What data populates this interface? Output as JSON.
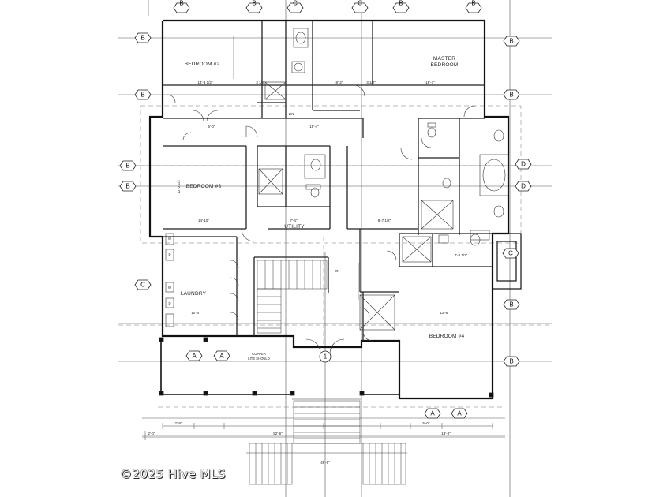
{
  "rooms": {
    "bedroom2": "BEDROOM #2",
    "master_line1": "MASTER",
    "master_line2": "BEDROOM",
    "bedroom3": "BEDROOM #3",
    "utility": "UTILITY",
    "laundry": "LAUNDRY",
    "bedroom4": "BEDROOM #4"
  },
  "notes": {
    "lin": "LIN",
    "dn": "DN",
    "copper_line1": "COPPER",
    "copper_line2": "LITE SHOULD",
    "w": "W",
    "d": "D"
  },
  "markers": {
    "b": "B",
    "c": "C",
    "d": "D",
    "a": "A",
    "one": "1"
  },
  "dims": {
    "d1": "14'-3 1/2\"",
    "d2": "3 1/2\"",
    "d3": "8'-2\"",
    "d4": "16'-7\"",
    "d5": "3 1/2\"",
    "d6": "12'-3 1/2\"",
    "d7": "18'-4\"",
    "d8": "6'-0\"",
    "d9": "14'-10\"",
    "d10": "7'-4\"",
    "d11": "8'-7 1/2\"",
    "d12": "7'-8 1/2\"",
    "d13": "10'-4\"",
    "d14": "12'-6\"",
    "d15": "52'-6\"",
    "d16": "46'-6\"",
    "d17": "13'-8\"",
    "d18": "2'-0\"",
    "d19": "2'-8\"",
    "d20": "5'-0\""
  },
  "watermark": "©2025 Hive MLS"
}
